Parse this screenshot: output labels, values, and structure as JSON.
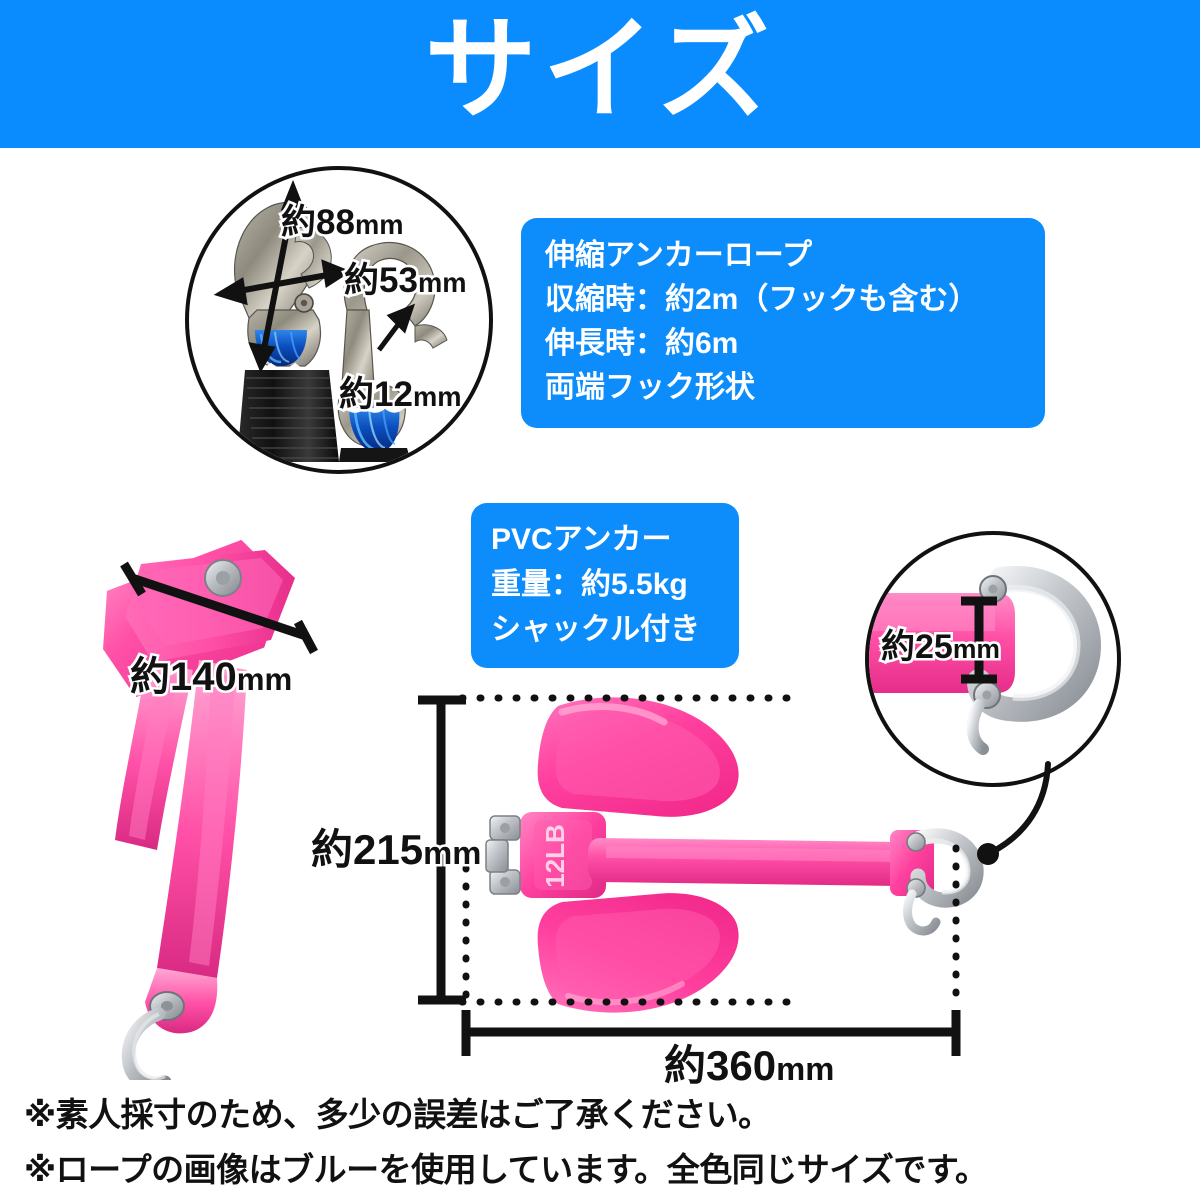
{
  "header": {
    "title": "サイズ",
    "bg_color": "#0a8cff",
    "text_color": "#ffffff"
  },
  "colors": {
    "header_blue": "#0a8cff",
    "box_blue": "#0d8dfb",
    "anchor_pink": "#ff4fa6",
    "anchor_pink_dark": "#f03c94",
    "anchor_pink_light": "#ff7bbf",
    "metal_silver": "#c9cdd2",
    "rope_blue": "#0b57c8",
    "ink": "#111111"
  },
  "rope_info_box": {
    "lines": [
      "伸縮アンカーロープ",
      "収縮時：約2m（フックも含む）",
      "伸長時：約6m",
      "両端フック形状"
    ]
  },
  "pvc_info_box": {
    "lines": [
      "PVCアンカー",
      "重量：約5.5kg",
      "シャックル付き"
    ]
  },
  "hook_detail": {
    "label": "hook-closeup-circle",
    "measurements": [
      {
        "id": "hook-length",
        "value": "約88",
        "unit": "mm"
      },
      {
        "id": "hook-width",
        "value": "約53",
        "unit": "mm"
      },
      {
        "id": "hook-throat",
        "value": "約12",
        "unit": "mm"
      }
    ]
  },
  "shackle_detail": {
    "label": "shackle-closeup-circle",
    "measurements": [
      {
        "id": "shackle-height",
        "value": "約25",
        "unit": "mm"
      }
    ]
  },
  "folded_anchor": {
    "label": "folded-anchor-photo",
    "measurements": [
      {
        "id": "fluke-span",
        "value": "約140",
        "unit": "mm"
      }
    ]
  },
  "main_anchor": {
    "label": "open-anchor-photo",
    "marking": "12LB",
    "measurements": [
      {
        "id": "anchor-height",
        "value": "約215",
        "unit": "mm"
      },
      {
        "id": "anchor-width",
        "value": "約360",
        "unit": "mm"
      }
    ]
  },
  "notes": {
    "line1": "※素人採寸のため、多少の誤差はご了承ください。",
    "line2": "※ロープの画像はブルーを使用しています。全色同じサイズです。"
  }
}
